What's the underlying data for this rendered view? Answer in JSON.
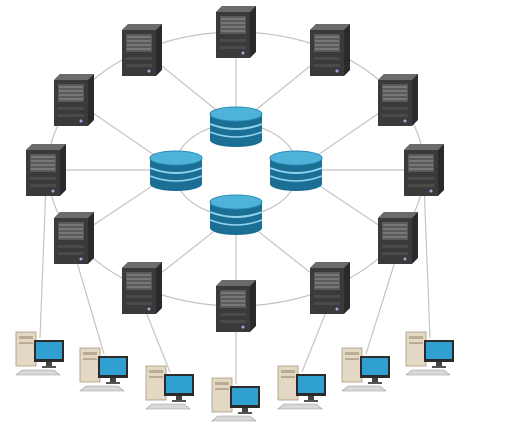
{
  "diagram": {
    "type": "network-topology",
    "description_hidden": "",
    "ring": {
      "server_count": 12,
      "icon": "server-tower-icon"
    },
    "hub": {
      "database_count": 4,
      "icon": "database-cylinder-icon"
    },
    "clients": {
      "workstation_count": 7,
      "icon": "desktop-workstation-icon"
    },
    "colors": {
      "background": "#ffffff",
      "link": "#c4c4c4",
      "server_body": "#3a3a3a",
      "server_face": "#5a5a5a",
      "database_top": "#4fb3d9",
      "database_body": "#1b6f95",
      "database_band": "#8fd3ee",
      "pc_case": "#e3d8c3",
      "pc_screen": "#2fa0cf",
      "pc_bezel": "#2b2b2b"
    }
  }
}
